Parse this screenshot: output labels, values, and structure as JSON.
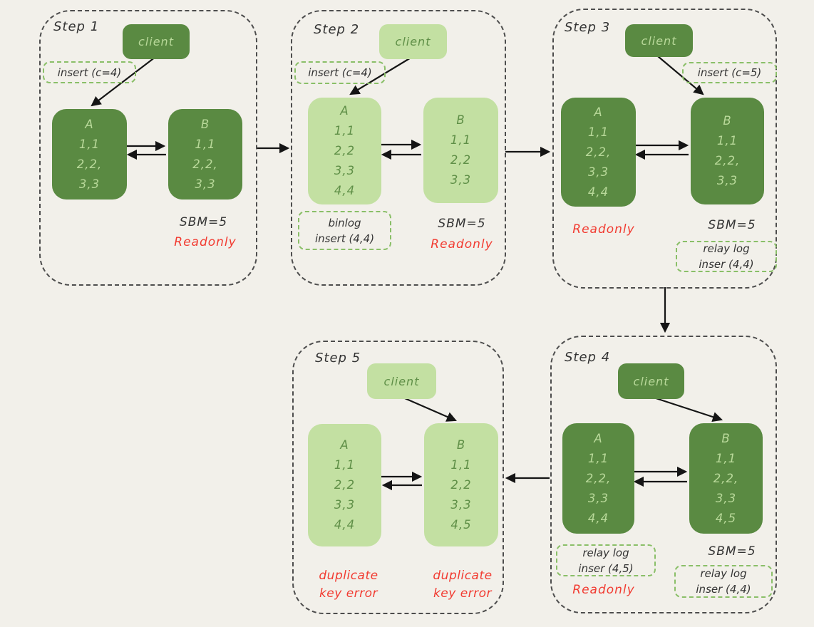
{
  "colors": {
    "background": "#f2f0ea",
    "dark_green": "#5a8a42",
    "light_green": "#c3e0a2",
    "text_on_dark": "#b9d99a",
    "text_on_light": "#5f8f47",
    "annotation_green": "#8abf68",
    "ink": "#343434",
    "red": "#f23b31",
    "arrow": "#151515",
    "container_border": "#4d4d4d"
  },
  "steps": [
    {
      "label": "Step 1",
      "client": "client",
      "insert_note": "insert (c=4)",
      "node_a": {
        "title": "A",
        "rows": [
          "1,1",
          "2,2,",
          "3,3"
        ]
      },
      "node_b": {
        "title": "B",
        "rows": [
          "1,1",
          "2,2,",
          "3,3"
        ]
      },
      "sbm": "SBM=5",
      "readonly": "Readonly"
    },
    {
      "label": "Step 2",
      "client": "client",
      "insert_note": "insert (c=4)",
      "node_a": {
        "title": "A",
        "rows": [
          "1,1",
          "2,2",
          "3,3",
          "4,4"
        ]
      },
      "node_b": {
        "title": "B",
        "rows": [
          "1,1",
          "2,2",
          "3,3"
        ]
      },
      "binlog_note": {
        "line1": "binlog",
        "line2": "insert (4,4)"
      },
      "sbm": "SBM=5",
      "readonly": "Readonly"
    },
    {
      "label": "Step 3",
      "client": "client",
      "insert_note": "insert (c=5)",
      "node_a": {
        "title": "A",
        "rows": [
          "1,1",
          "2,2,",
          "3,3",
          "4,4"
        ]
      },
      "node_b": {
        "title": "B",
        "rows": [
          "1,1",
          "2,2,",
          "3,3"
        ]
      },
      "readonly": "Readonly",
      "sbm": "SBM=5",
      "relay_note": {
        "line1": "relay log",
        "line2": "inser (4,4)"
      }
    },
    {
      "label": "Step 4",
      "client": "client",
      "node_a": {
        "title": "A",
        "rows": [
          "1,1",
          "2,2,",
          "3,3",
          "4,4"
        ]
      },
      "node_b": {
        "title": "B",
        "rows": [
          "1,1",
          "2,2,",
          "3,3",
          "4,5"
        ]
      },
      "relay_note_a": {
        "line1": "relay log",
        "line2": "inser (4,5)"
      },
      "readonly": "Readonly",
      "sbm": "SBM=5",
      "relay_note_b": {
        "line1": "relay log",
        "line2": "inser (4,4)"
      }
    },
    {
      "label": "Step 5",
      "client": "client",
      "node_a": {
        "title": "A",
        "rows": [
          "1,1",
          "2,2",
          "3,3",
          "4,4"
        ]
      },
      "node_b": {
        "title": "B",
        "rows": [
          "1,1",
          "2,2",
          "3,3",
          "4,5"
        ]
      },
      "error_a": {
        "line1": "duplicate",
        "line2": "key error"
      },
      "error_b": {
        "line1": "duplicate",
        "line2": "key error"
      }
    }
  ]
}
